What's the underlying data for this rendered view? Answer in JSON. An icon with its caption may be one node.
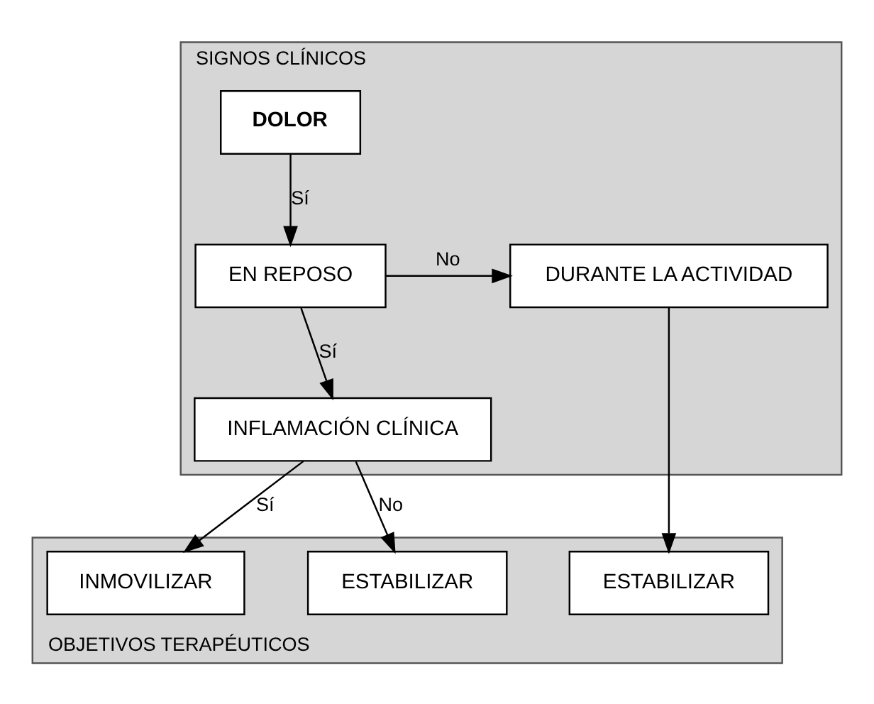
{
  "diagram": {
    "nodes": [
      {
        "text": [
          "SIGNOS CLÍNICOS"
        ]
      },
      {
        "text": [
          "DOLOR"
        ],
        "in": 0
      },
      {
        "text": [
          "EN REPOSO"
        ],
        "in": 0
      },
      {
        "text": [
          "DURANTE LA ACTIVIDAD"
        ],
        "in": 0
      },
      {
        "text": [
          "INFLAMACIÓN CLÍNICA"
        ],
        "in": 0
      },
      {
        "text": [
          "OBJETIVOS TERAPÉUTICOS"
        ]
      },
      {
        "text": [
          "INMOVILIZAR"
        ],
        "in": 5
      },
      {
        "text": [
          "ESTABILIZAR"
        ],
        "in": 5
      },
      {
        "text": [
          "ESTABILIZAR"
        ],
        "in": 5
      }
    ],
    "edges": [
      {
        "from": 1,
        "to": 2,
        "arrow": "to",
        "label": "Sí"
      },
      {
        "from": 2,
        "to": 3,
        "arrow": "to",
        "label": "No"
      },
      {
        "from": 2,
        "to": 4,
        "arrow": "to",
        "label": "Sí"
      },
      {
        "from": 4,
        "to": 6,
        "arrow": "to",
        "label": "Sí"
      },
      {
        "from": 4,
        "to": 7,
        "arrow": "to",
        "label": "No"
      },
      {
        "from": 3,
        "to": 8,
        "arrow": "to"
      }
    ]
  }
}
